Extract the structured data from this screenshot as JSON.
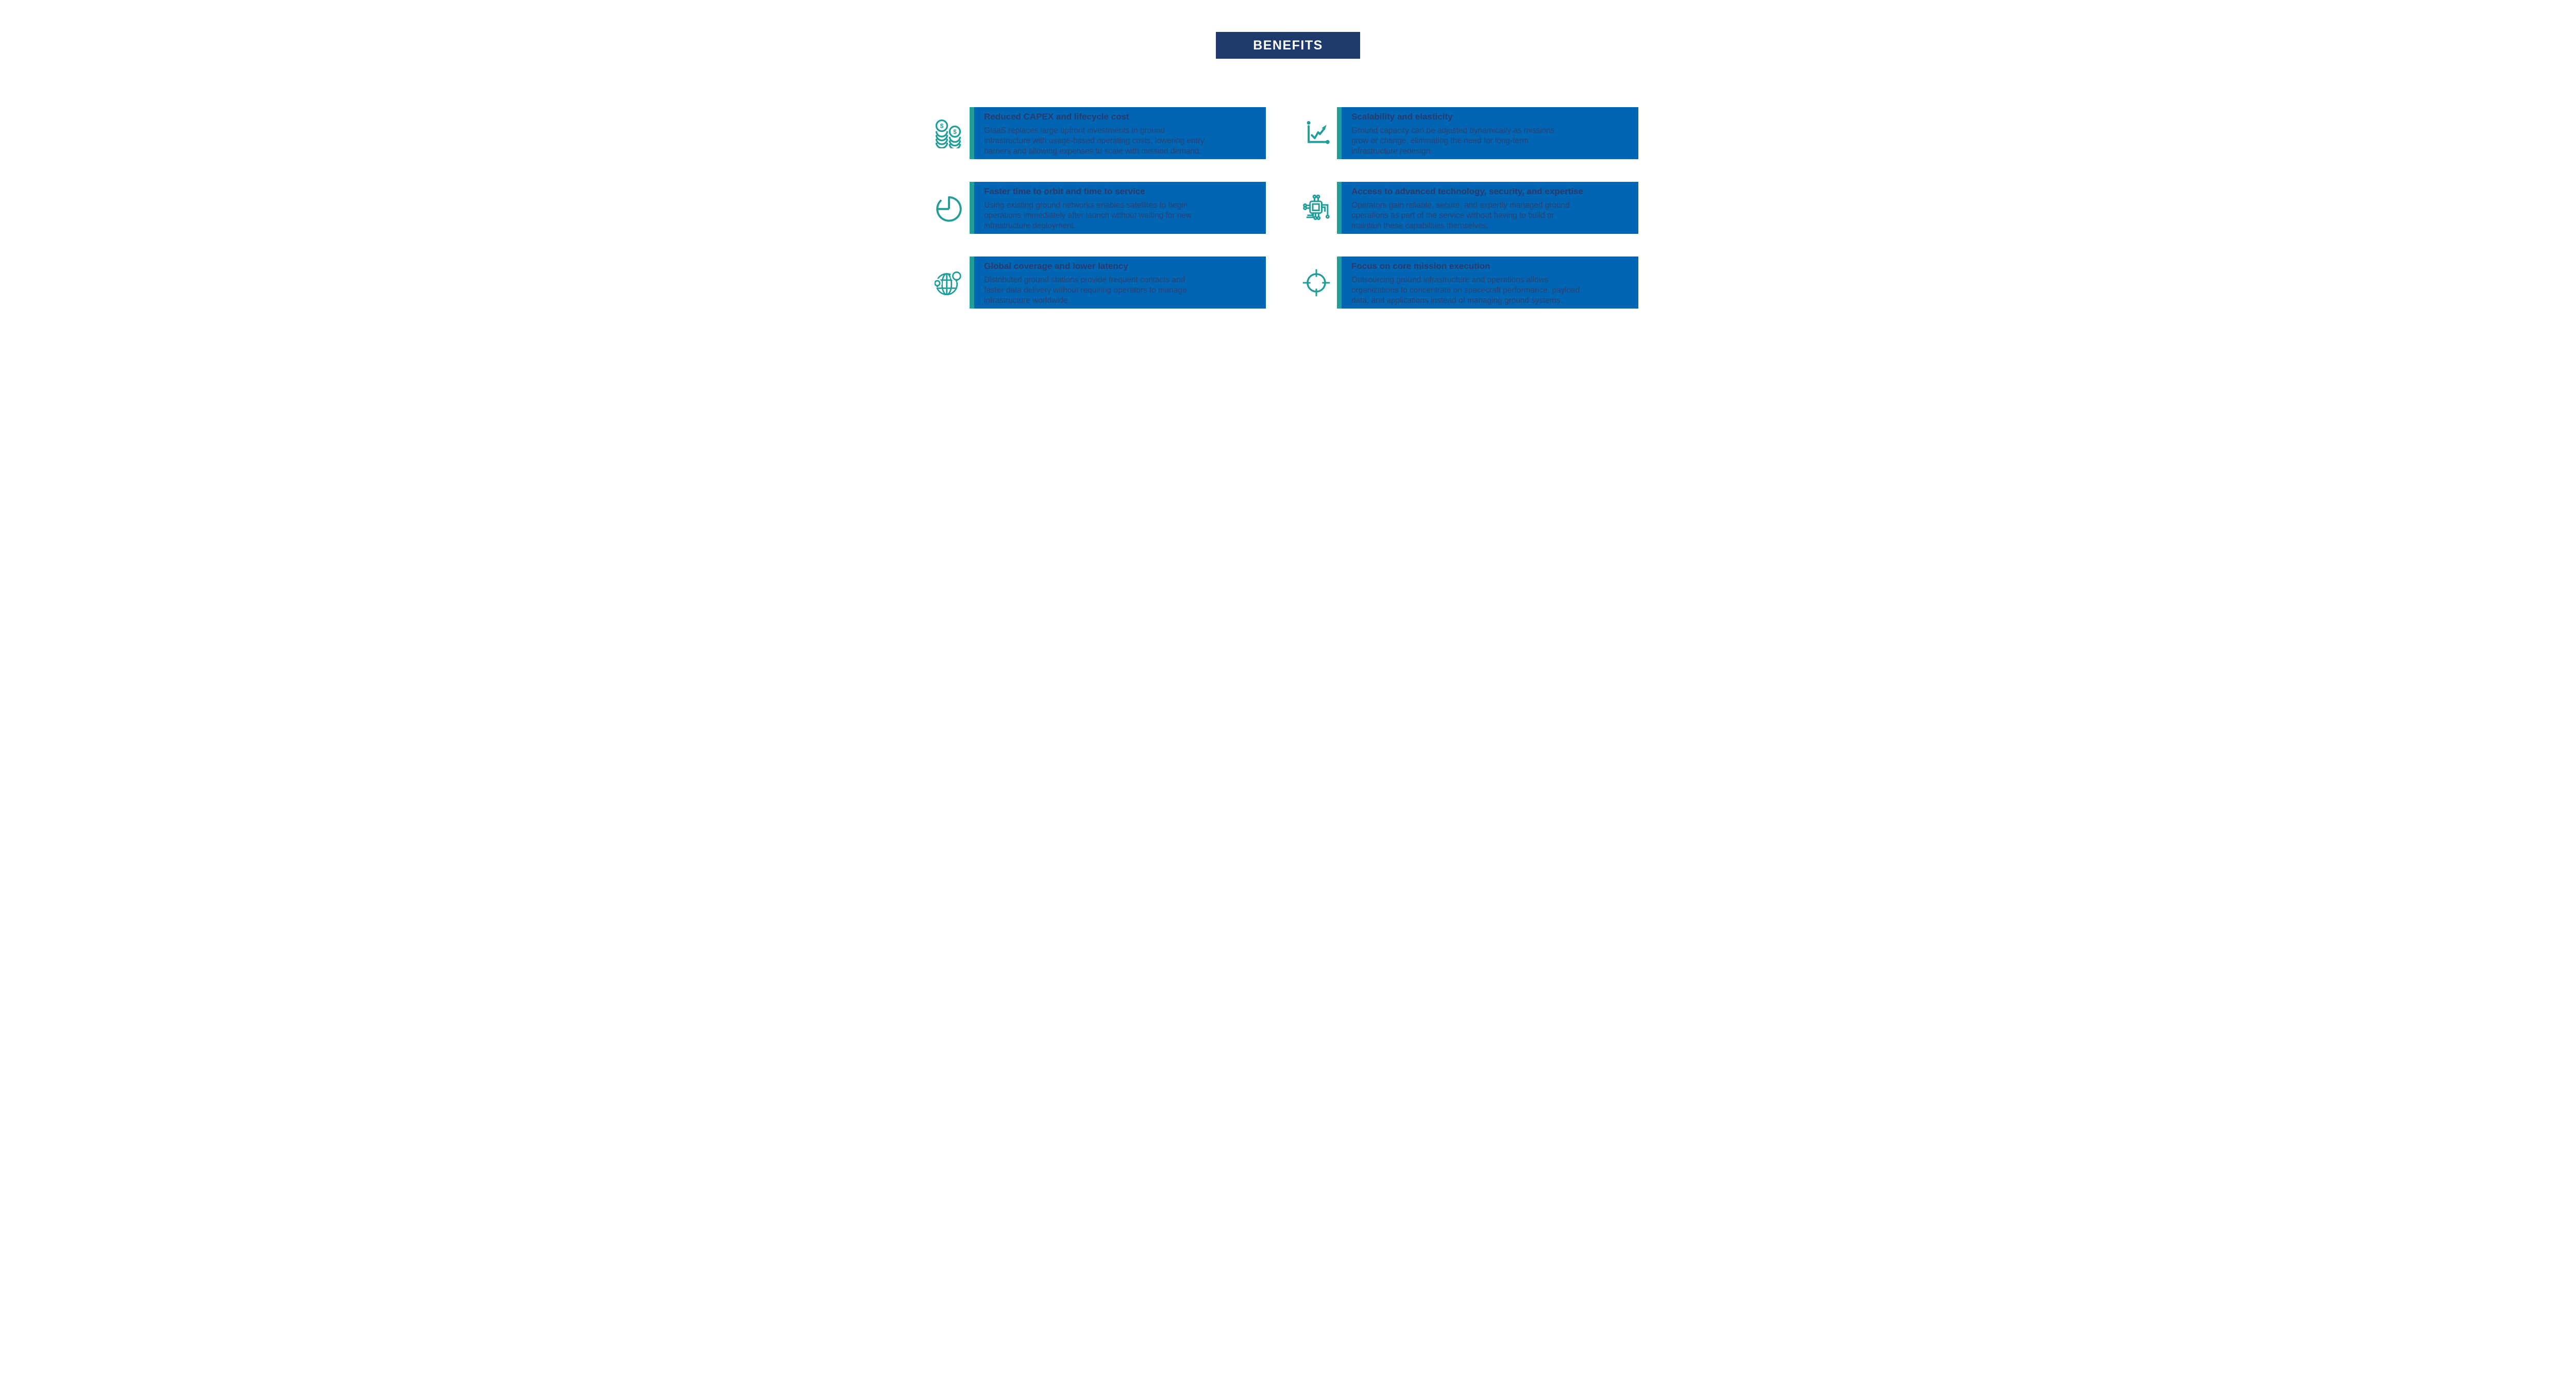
{
  "header": {
    "label": "BENEFITS"
  },
  "colors": {
    "banner_navy": "#1e3a6c",
    "card_blue": "#0065b2",
    "accent_teal": "#219e99",
    "title_navy": "#2b3a6c",
    "body_navy": "#2e4170",
    "page_bg": "#ffffff"
  },
  "cards": [
    {
      "icon": "coins-icon",
      "title": "Reduced CAPEX and lifecycle cost",
      "body": "GlaaS replaces large upfront investments in ground\ninfrastructure with usage-based operating costs, lowering entry\nbarriers and allowing expenses to scale with mission demand."
    },
    {
      "icon": "growth-chart-icon",
      "title": "Scalability and elasticity",
      "body": "Ground capacity can be adjusted dynamically as missions\ngrow or change, eliminating the need for long-term\ninfrastructure redesign."
    },
    {
      "icon": "clock-icon",
      "title": "Faster time to orbit and time to service",
      "body": "Using existing ground networks enables satellites to begin\noperations immediately after launch without waiting for new\ninfrastructure deployment."
    },
    {
      "icon": "chip-icon",
      "title": "Access to advanced technology, security, and expertise",
      "body": "Operators gain reliable, secure, and expertly managed ground\noperations as part of the service without having to build or\nmaintain these capabilities themselves."
    },
    {
      "icon": "globe-pin-icon",
      "title": "Global coverage and lower latency",
      "body": "Distributed ground stations provide frequent contacts and\nfaster data delivery without requiring operators to manage\ninfrastructure worldwide."
    },
    {
      "icon": "target-icon",
      "title": "Focus on core mission execution",
      "body": "Outsourcing ground infrastructure and operations allows\norganizations to concentrate on spacecraft performance, payload\ndata, and applications instead of managing ground systems."
    }
  ]
}
